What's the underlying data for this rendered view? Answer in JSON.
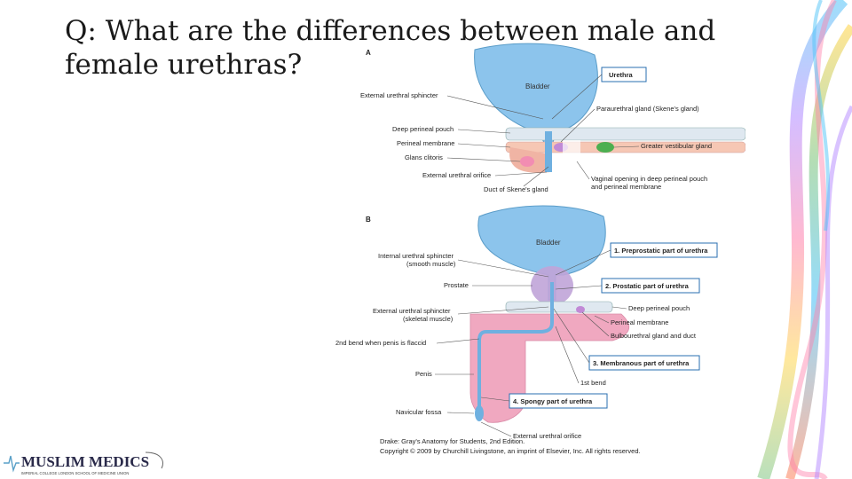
{
  "slide": {
    "title_line1": "Q: What are the differences between male and",
    "title_line2": "female urethras?"
  },
  "figure": {
    "female": {
      "panel_label": "A",
      "organ": "Bladder",
      "boxed_label": "Urethra",
      "left_labels": [
        "External urethral sphincter",
        "Deep perineal pouch",
        "Perineal membrane",
        "Glans clitoris",
        "External urethral orifice",
        "Duct of Skene's gland"
      ],
      "right_labels": [
        "Paraurethral gland (Skene's gland)",
        "Greater vestibular gland"
      ],
      "vaginal_line1": "Vaginal opening in deep perineal pouch",
      "vaginal_line2": "and perineal membrane"
    },
    "male": {
      "panel_label": "B",
      "organ": "Bladder",
      "left_labels": [
        "Internal urethral sphincter",
        "(smooth muscle)",
        "Prostate",
        "External urethral sphincter",
        "(skeletal muscle)",
        "2nd bend when penis is flaccid",
        "Penis",
        "Navicular fossa",
        "External urethral orifice"
      ],
      "boxed_labels": [
        "1. Preprostatic part of urethra",
        "2. Prostatic part of urethra",
        "3. Membranous part of urethra",
        "4. Spongy part of urethra"
      ],
      "right_labels": [
        "Deep perineal pouch",
        "Perineal membrane",
        "Bulbourethral gland and duct",
        "1st bend"
      ]
    },
    "credit_line1": "Drake: Gray's Anatomy for Students, 2nd Edition.",
    "credit_line2": "Copyright © 2009 by Churchill Livingstone, an imprint of Elsevier, Inc. All rights reserved."
  },
  "logo": {
    "name": "MUSLIM MEDICS",
    "subtitle": "IMPERIAL COLLEGE LONDON SCHOOL OF MEDICINE UNION"
  },
  "colors": {
    "bladder": "#8cc4ec",
    "tissue": "#f0a8c0",
    "prostate": "#c0a4d8",
    "gland": "#4caf50",
    "box_border": "#2a6fb0"
  }
}
